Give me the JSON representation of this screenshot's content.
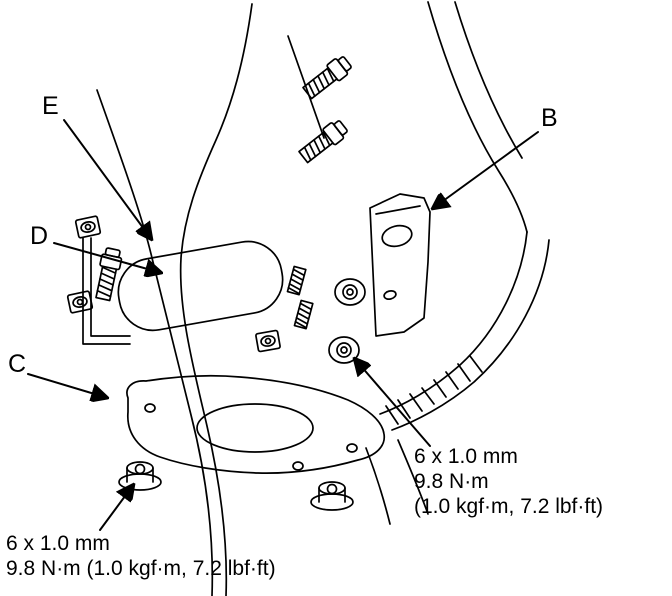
{
  "callouts": {
    "b": "B",
    "c": "C",
    "d": "D",
    "e": "E"
  },
  "specs": {
    "bottom_left": {
      "line1": "6 x 1.0 mm",
      "line2": "9.8 N·m (1.0 kgf·m, 7.2 lbf·ft)"
    },
    "right": {
      "line1": "6 x 1.0 mm",
      "line2": "9.8 N·m",
      "line3": "(1.0 kgf·m, 7.2 lbf·ft)"
    }
  },
  "colors": {
    "line": "#000000",
    "background": "#ffffff"
  }
}
